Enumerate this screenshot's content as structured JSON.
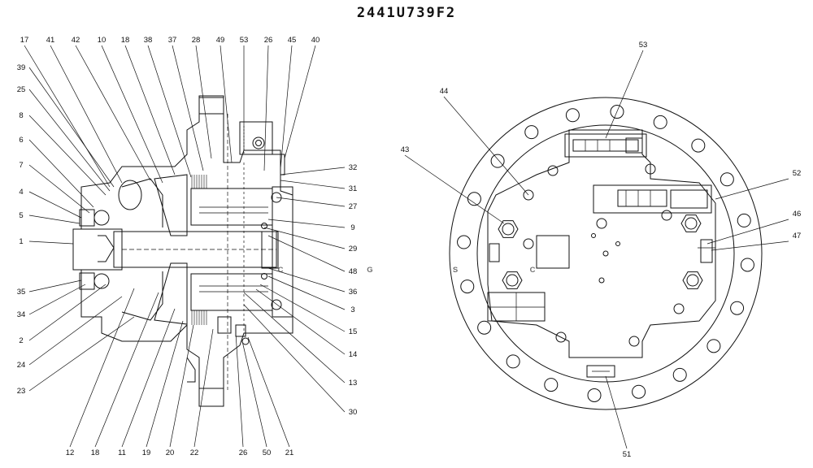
{
  "title": "2441U739F2",
  "watermark": {
    "letters": [
      "C",
      "G",
      "S",
      "C"
    ],
    "colors": [
      "#1E88E5",
      "#EF5350",
      "#FDD835",
      "#26A65B"
    ]
  },
  "left_callouts": {
    "top": [
      "17",
      "41",
      "42",
      "10",
      "18",
      "38",
      "37",
      "28",
      "49",
      "53",
      "26",
      "45",
      "40"
    ],
    "left": [
      "39",
      "25",
      "8",
      "6",
      "7",
      "4",
      "5",
      "1",
      "35",
      "34",
      "2",
      "24",
      "23"
    ],
    "right": [
      "32",
      "31",
      "27",
      "9",
      "29",
      "48",
      "36",
      "3",
      "15",
      "14",
      "13",
      "30"
    ],
    "bottom": [
      "12",
      "18",
      "11",
      "19",
      "20",
      "22",
      "26",
      "50",
      "21"
    ]
  },
  "right_callouts": [
    "53",
    "44",
    "43",
    "52",
    "46",
    "47",
    "51"
  ]
}
